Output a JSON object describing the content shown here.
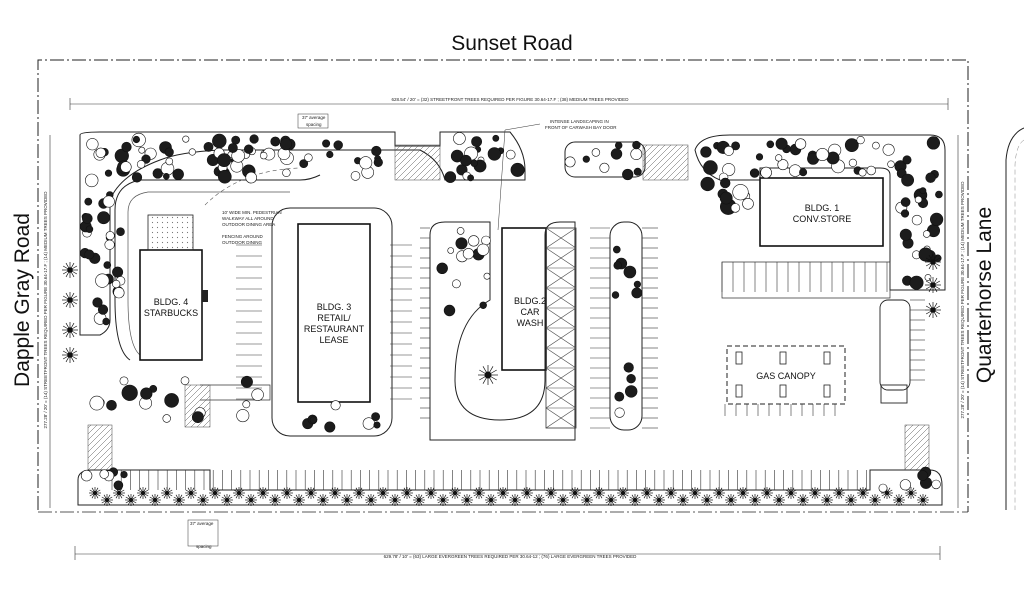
{
  "roads": {
    "top": "Sunset Road",
    "left": "Dapple Gray Road",
    "right": "Quarterhorse Lane"
  },
  "buildings": {
    "bldg1": [
      "BLDG. 1",
      "CONV.STORE"
    ],
    "bldg2": [
      "BLDG.2",
      "CAR",
      "WASH"
    ],
    "bldg3": [
      "BLDG. 3",
      "RETAIL/",
      "RESTAURANT",
      "LEASE"
    ],
    "bldg4": [
      "BLDG. 4",
      "STARBUCKS"
    ],
    "canopy": "GAS CANOPY"
  },
  "notes": {
    "top_dimension": "628.54' / 20' = (32) STREETFRONT TREES REQUIRED PER FIGURE 30.64-17.F ; (38) MEDIUM TREES PROVIDED",
    "bottom_dimension": "629.78' / 10' = (63) LARGE EVERGREEN TREES REQUIRED PER 30.64-12 ; (76) LARGE EVERGREEN TREES PROVIDED",
    "left_dimension": "277.28' / 20' = (14) STREETFRONT TREES REQUIRED PER FIGURE 30.64-17.F ; (14) MEDIUM TREES PROVIDED",
    "right_dimension": "277.28' / 20' = (14) STREETFRONT TREES REQUIRED PER FIGURE 30.64-17.F ; (14) MEDIUM TREES PROVIDED",
    "carwash_landscaping": [
      "INTENSE LANDSCAPING IN",
      "FRONT OF CARWASH BAY DOOR"
    ],
    "pedestrian_walkway": [
      "10' WIDE MIN. PEDESTRIAN",
      "WALKWAY ALL AROUND",
      "OUTDOOR DINING AREA"
    ],
    "fencing": [
      "FENCING AROUND",
      "OUTDOOR DINING"
    ],
    "average_spacing": [
      "37' average",
      "spacing"
    ],
    "average_spacing_bottom": [
      "37' average",
      "spacing"
    ]
  },
  "colors": {
    "linework": "#111111",
    "tree_fill": "#1c1c1c",
    "tree_light": "#ffffff"
  }
}
